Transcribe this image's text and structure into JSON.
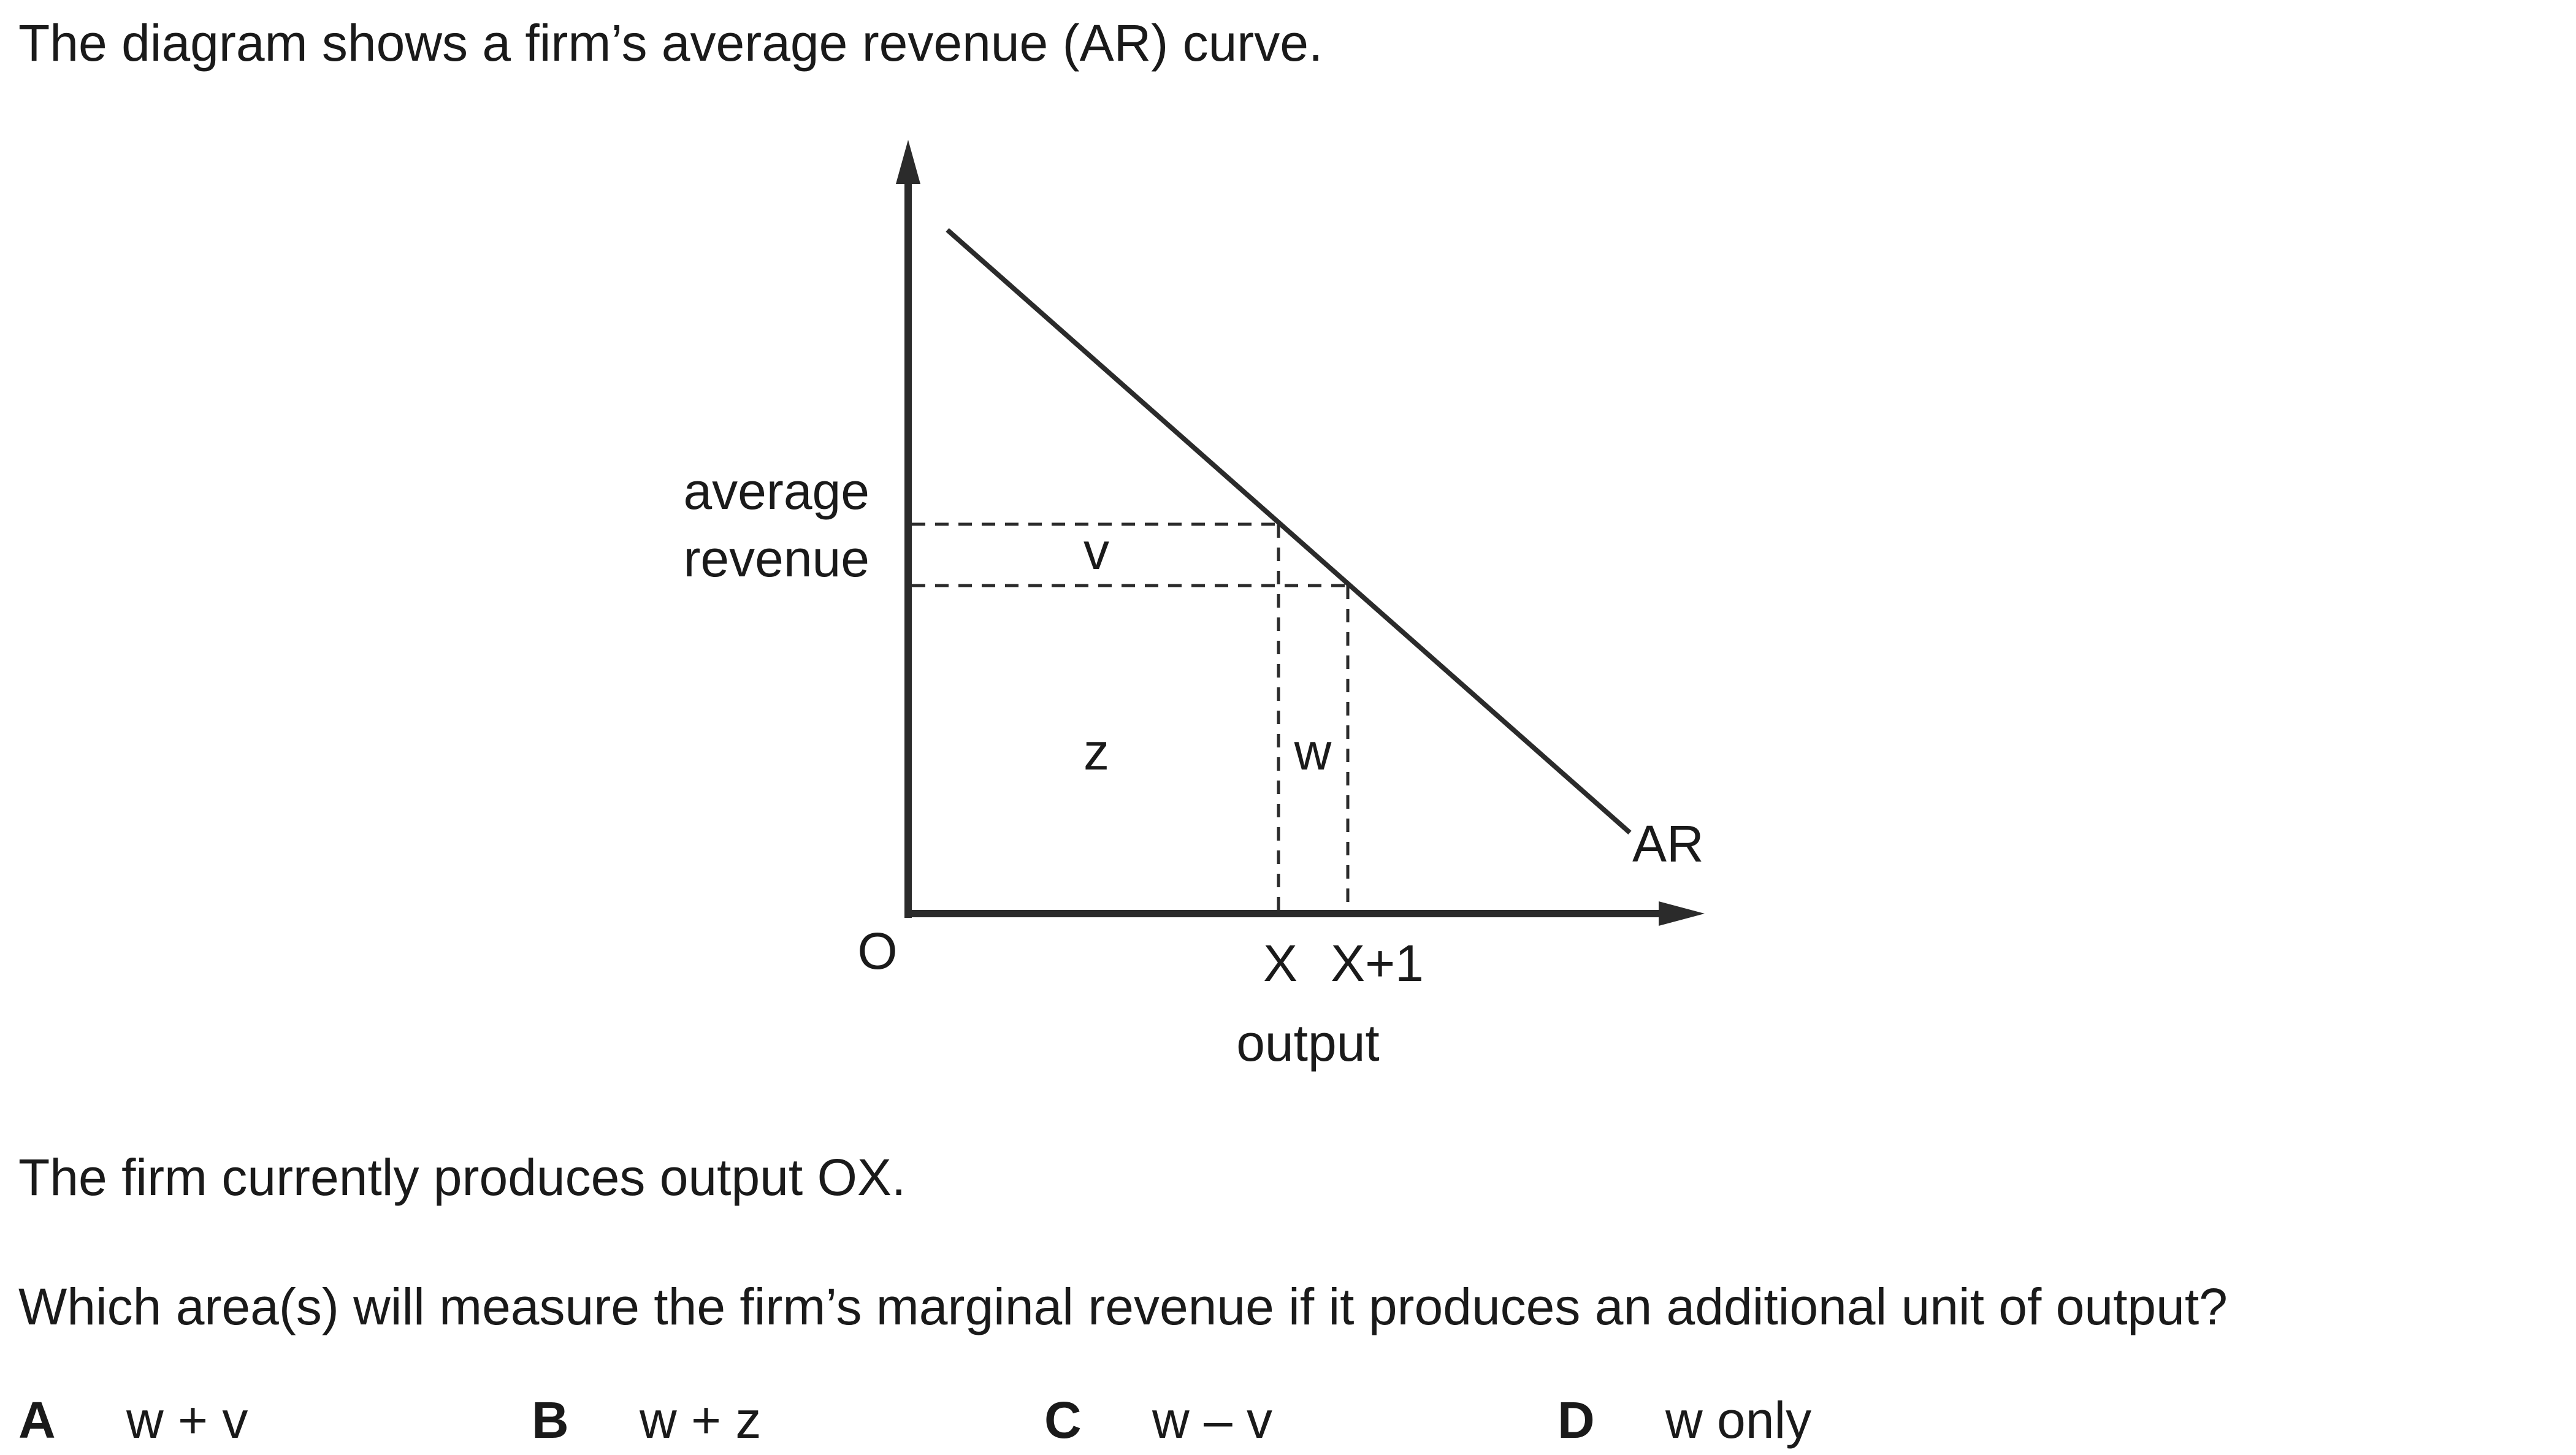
{
  "question": {
    "intro": "The diagram shows a firm’s average revenue (AR) curve.",
    "context": "The firm currently produces output OX.",
    "prompt": "Which area(s) will measure the firm’s marginal revenue if it produces an additional unit of output?",
    "options": [
      {
        "letter": "A",
        "text": "w + v"
      },
      {
        "letter": "B",
        "text": "w + z"
      },
      {
        "letter": "C",
        "text": "w – v"
      },
      {
        "letter": "D",
        "text": "w only"
      }
    ]
  },
  "diagram": {
    "y_axis_label_line1": "average",
    "y_axis_label_line2": "revenue",
    "x_axis_label": "output",
    "origin_label": "O",
    "curve_label": "AR",
    "x_tick_1": "X",
    "x_tick_2": "X+1",
    "area_v": "v",
    "area_z": "z",
    "area_w": "w",
    "line_color": "#2b2b2b"
  }
}
